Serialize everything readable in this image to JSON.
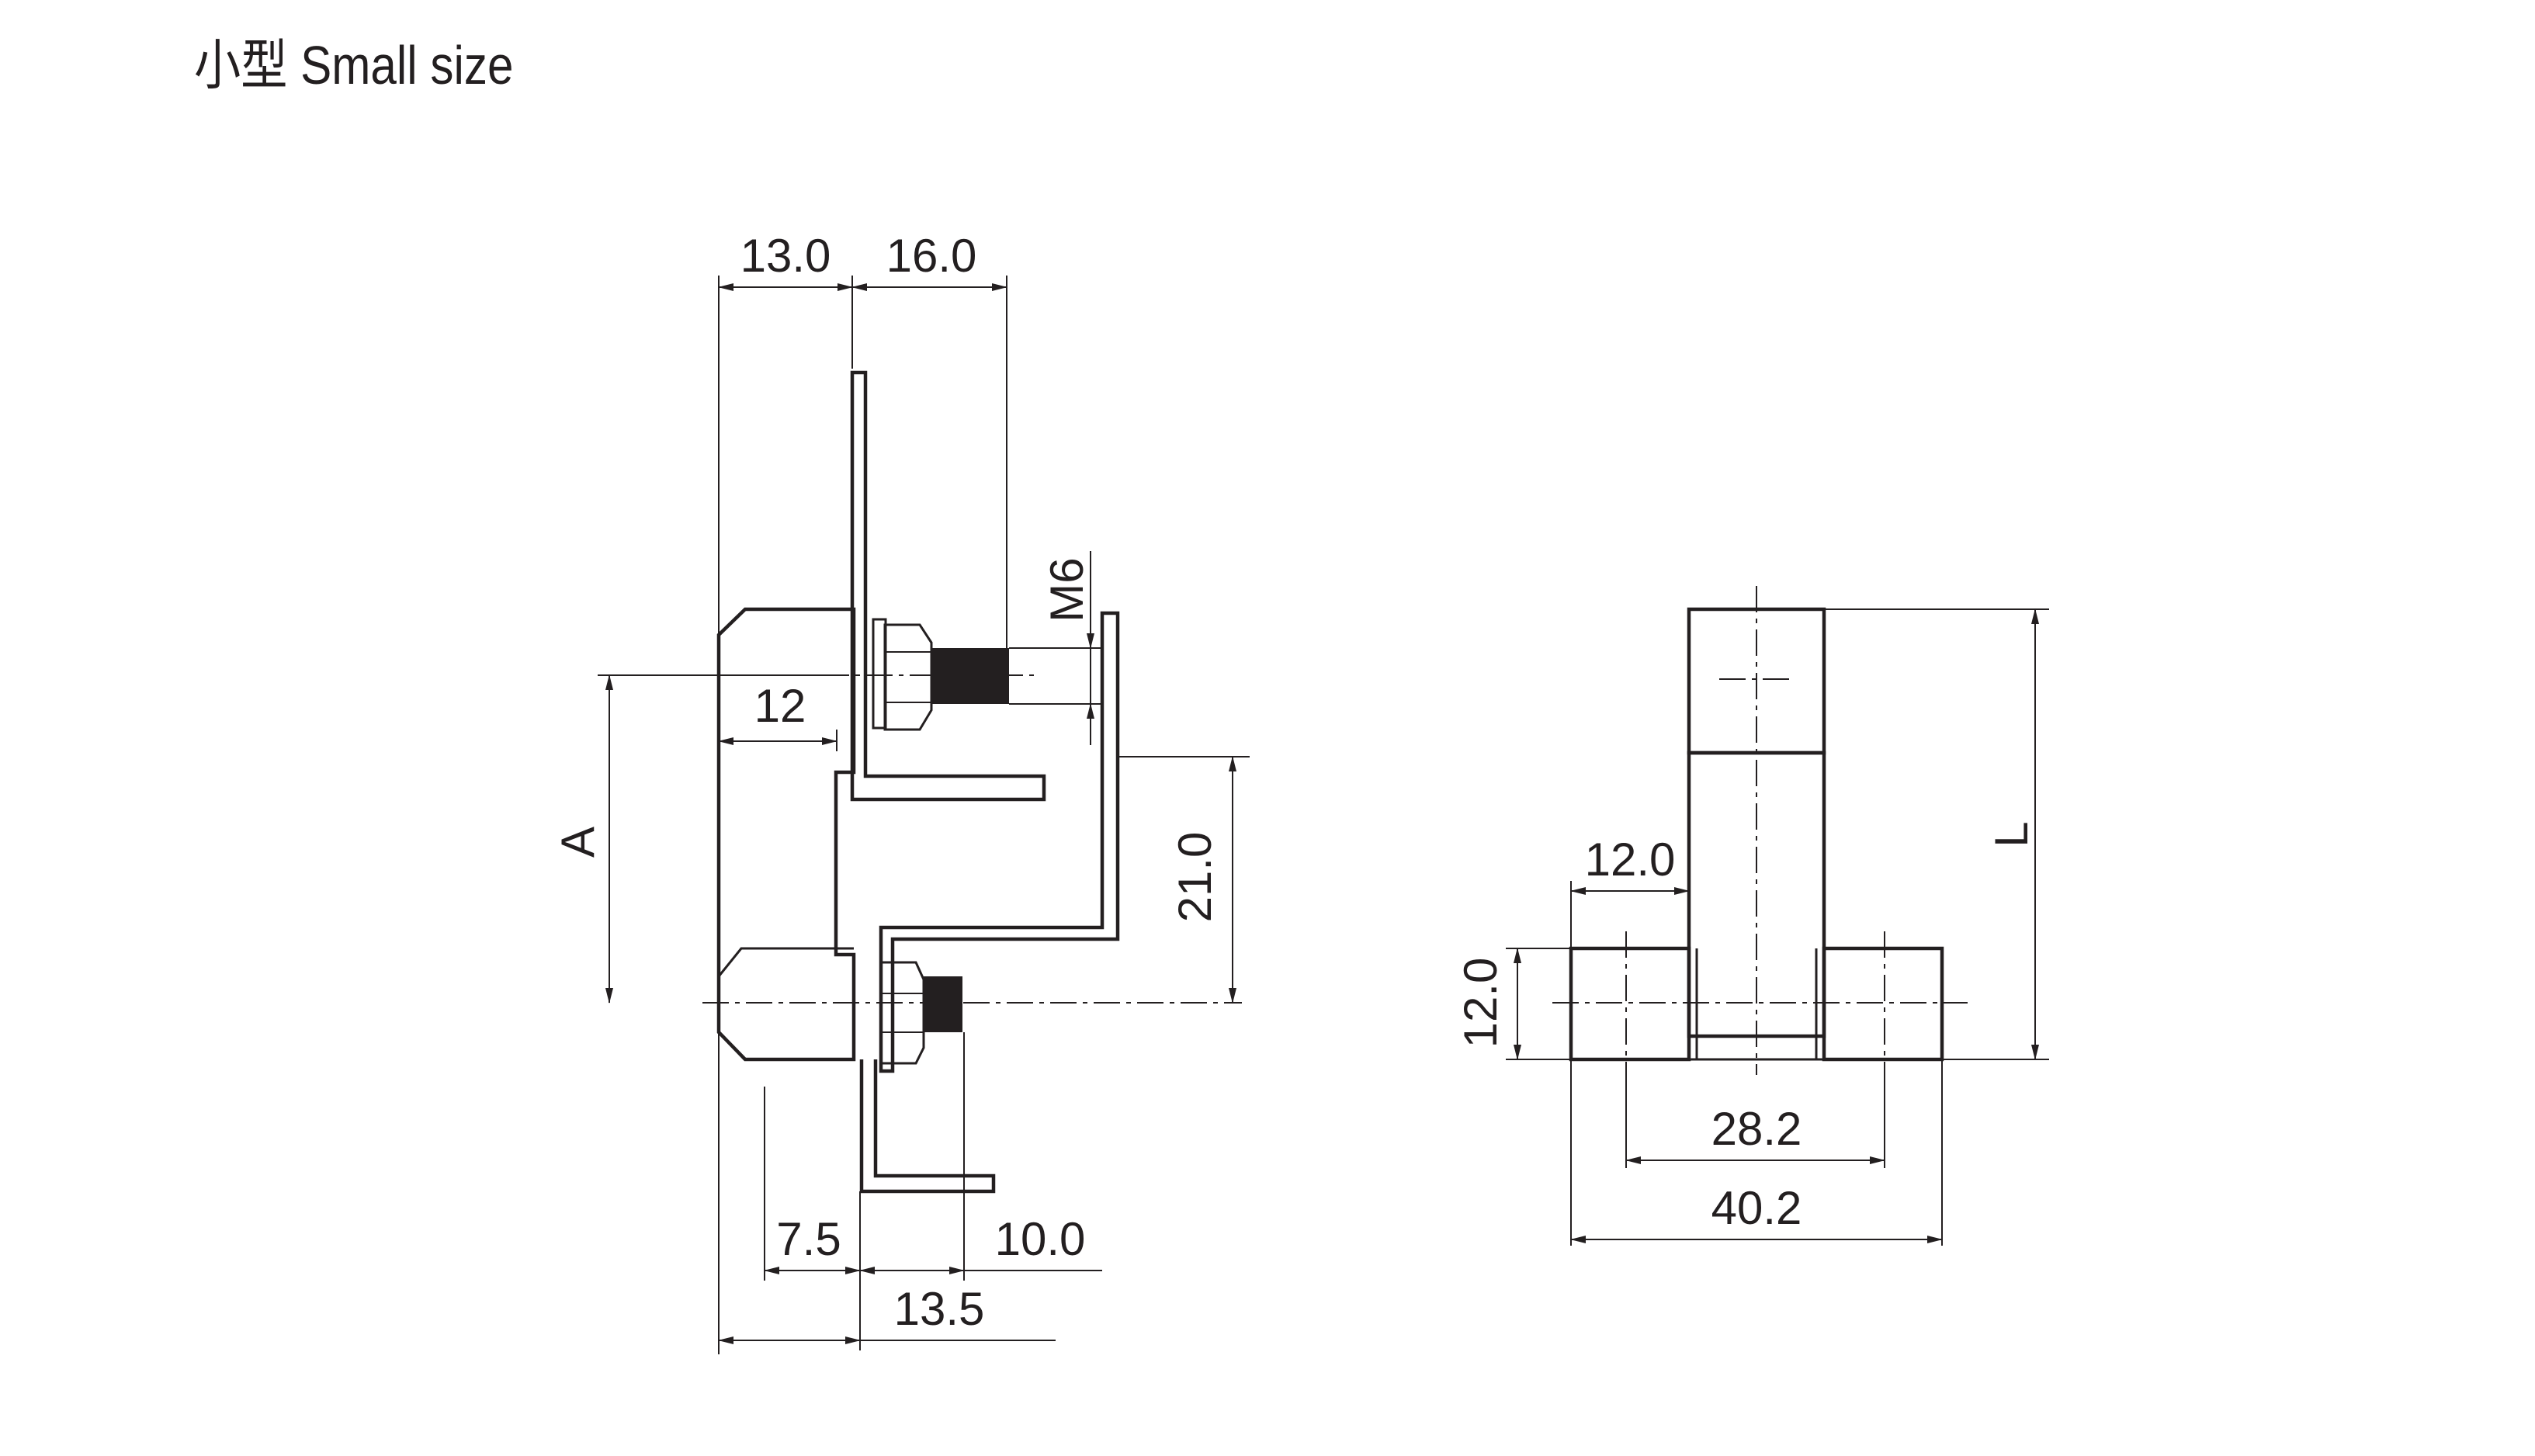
{
  "title": "小型 Small size",
  "side_view": {
    "dims": {
      "top_left": "13.0",
      "top_right": "16.0",
      "thread": "M6",
      "offset": "12",
      "height_A": "A",
      "height_21": "21.0",
      "bottom_left": "7.5",
      "bottom_right": "10.0",
      "bottom_total": "13.5"
    }
  },
  "end_view": {
    "dims": {
      "length_L": "L",
      "width_12": "12.0",
      "height_12": "12.0",
      "inner_width": "28.2",
      "outer_width": "40.2"
    }
  },
  "colors": {
    "ink": "#231f20",
    "background": "#ffffff"
  }
}
